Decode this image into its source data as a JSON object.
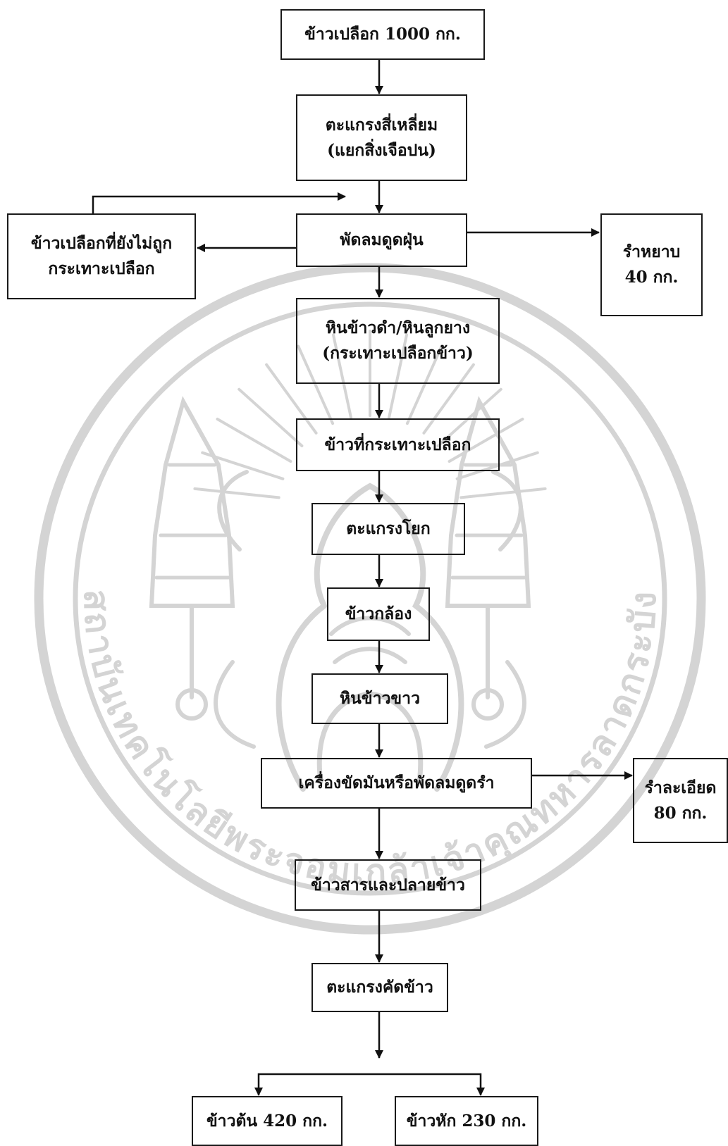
{
  "colors": {
    "ink": "#111111",
    "watermark": "#d4d4d4"
  },
  "watermark": {
    "lettering": [
      "สถาบันเทคโนโลยีพระจอมเกล้าเจ้าคุณทหารลาดกระบัง"
    ],
    "depicts": "seal-emblem"
  },
  "nodes": {
    "paddy_input": {
      "lines": [
        "ข้าวเปลือก 1000 กก."
      ]
    },
    "square_sieve": {
      "lines": [
        "ตะแกรงสี่เหลี่ยม",
        "(แยกสิ่งเจือปน)"
      ]
    },
    "unhusked_return": {
      "lines": [
        "ข้าวเปลือกที่ยังไม่ถูก",
        "กระเทาะเปลือก"
      ]
    },
    "dust_fan": {
      "lines": [
        "พัดลมดูดฝุ่น"
      ]
    },
    "husk_output": {
      "lines": [
        "รำหยาบ",
        "40 กก."
      ]
    },
    "husker": {
      "lines": [
        "หินข้าวดำ/หินลูกยาง",
        "(กระเทาะเปลือกข้าว)"
      ]
    },
    "husked_rice": {
      "lines": [
        "ข้าวที่กระเทาะเปลือก"
      ]
    },
    "shaker_sieve": {
      "lines": [
        "ตะแกรงโยก"
      ]
    },
    "brown_rice": {
      "lines": [
        "ข้าวกล้อง"
      ]
    },
    "whitener": {
      "lines": [
        "หินข้าวขาว"
      ]
    },
    "polisher": {
      "lines": [
        "เครื่องขัดมันหรือพัดลมดูดรำ"
      ]
    },
    "fine_bran": {
      "lines": [
        "รำละเอียด",
        "80 กก."
      ]
    },
    "milled_and_broken": {
      "lines": [
        "ข้าวสารและปลายข้าว"
      ]
    },
    "grader": {
      "lines": [
        "ตะแกรงคัดข้าว"
      ]
    },
    "head_rice": {
      "lines": [
        "ข้าวต้น 420 กก."
      ]
    },
    "broken_rice": {
      "lines": [
        "ข้าวหัก 230 กก."
      ]
    }
  }
}
